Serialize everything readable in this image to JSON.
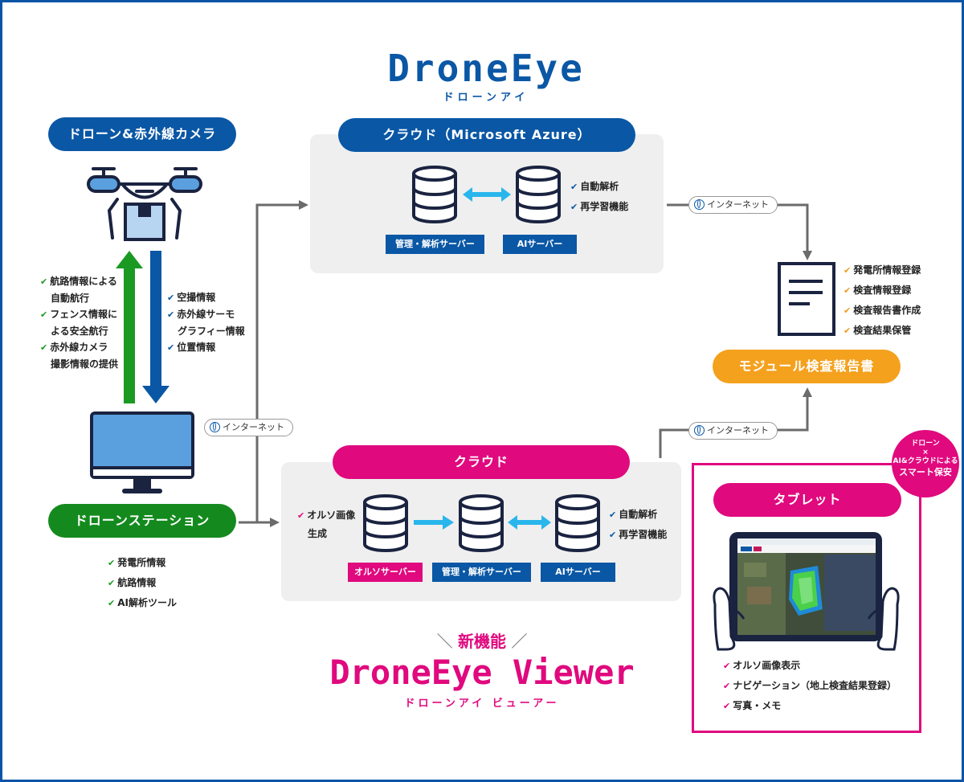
{
  "header": {
    "title": "DroneEye",
    "subtitle": "ドローンアイ"
  },
  "drone_section": {
    "label": "ドローン&赤外線カメラ"
  },
  "uplink_list": [
    "航路情報による",
    "自動航行",
    "フェンス情報に",
    "よる安全航行",
    "赤外線カメラ",
    "撮影情報の提供"
  ],
  "downlink_list": [
    "空撮情報",
    "赤外線サーモ",
    "グラフィー情報",
    "位置情報"
  ],
  "station": {
    "label": "ドローンステーション",
    "items": [
      "発電所情報",
      "航路情報",
      "AI解析ツール"
    ]
  },
  "cloud_azure": {
    "label": "クラウド（Microsoft Azure）",
    "server1": "管理・解析サーバー",
    "server2": "AIサーバー",
    "features": [
      "自動解析",
      "再学習機能"
    ]
  },
  "internet_label": "インターネット",
  "report": {
    "label": "モジュール検査報告書",
    "items": [
      "発電所情報登録",
      "検査情報登録",
      "検査報告書作成",
      "検査結果保管"
    ]
  },
  "cloud_new": {
    "label": "クラウド",
    "ortho_note": [
      "オルソ画像",
      "生成"
    ],
    "server1": "オルソサーバー",
    "server2": "管理・解析サーバー",
    "server3": "AIサーバー",
    "features": [
      "自動解析",
      "再学習機能"
    ]
  },
  "tablet": {
    "label": "タブレット",
    "items": [
      "オルソ画像表示",
      "ナビゲーション（地上検査結果登録）",
      "写真・メモ"
    ]
  },
  "badge": {
    "line1": "ドローン",
    "line2": "×",
    "line3": "AI&クラウドによる",
    "line4": "スマート保安"
  },
  "viewer": {
    "tagline": "新機能",
    "title": "DroneEye Viewer",
    "subtitle": "ドローンアイ ビューアー"
  },
  "colors": {
    "blue": "#0a57a5",
    "green": "#148a1e",
    "pink": "#e0097e",
    "orange": "#f4a11e",
    "cyan": "#29b6ec"
  }
}
